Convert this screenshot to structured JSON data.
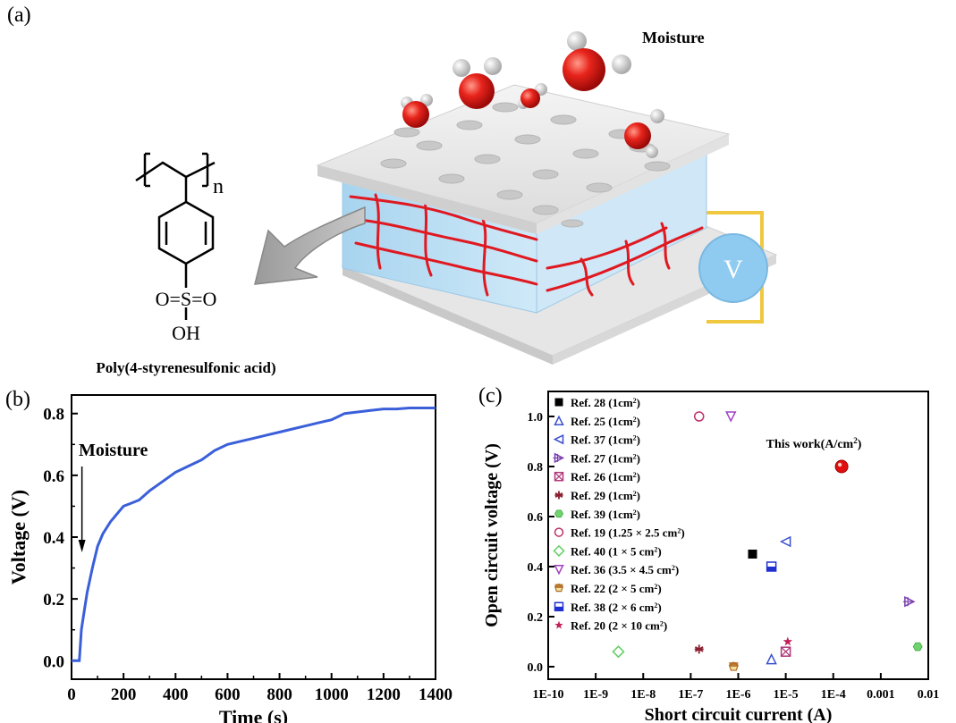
{
  "panel_a": {
    "label": "(a)",
    "moisture_label": "Moisture",
    "voltmeter_label": "V",
    "molecule": {
      "subscript": "n",
      "sulfonyl_text": "O=S=O",
      "hydroxyl_text": "OH",
      "name": "Poly(4-styrenesulfonic acid)"
    },
    "icons": [
      "water-molecule-icon",
      "perforated-plate-icon",
      "polymer-chain-icon",
      "voltmeter-icon",
      "arrow-icon"
    ],
    "colors": {
      "water_oxygen": "#e0161b",
      "polymer_layer": "#b8dcf2",
      "polymer_chain": "#e01820",
      "voltmeter": "#8fcaf0",
      "wire": "#f0c840"
    }
  },
  "chart_data": [
    {
      "panel": "(b)",
      "type": "line",
      "title": "",
      "xlabel": "Time (s)",
      "ylabel": "Voltage (V)",
      "xlim": [
        0,
        1400
      ],
      "ylim": [
        -0.06,
        0.86
      ],
      "xticks": [
        "0",
        "200",
        "400",
        "600",
        "800",
        "1000",
        "1200",
        "1400"
      ],
      "yticks": [
        "0.0",
        "0.2",
        "0.4",
        "0.6",
        "0.8"
      ],
      "annotation": "Moisture",
      "line_color": "#3a5fd9",
      "series": [
        {
          "x": [
            0,
            30,
            38,
            45,
            60,
            80,
            100,
            120,
            150,
            180,
            200,
            230,
            260,
            300,
            350,
            400,
            450,
            500,
            550,
            600,
            650,
            700,
            750,
            800,
            850,
            900,
            950,
            1000,
            1050,
            1100,
            1150,
            1200,
            1250,
            1300,
            1350,
            1400
          ],
          "y": [
            0.0,
            0.0,
            0.1,
            0.14,
            0.22,
            0.3,
            0.37,
            0.41,
            0.45,
            0.48,
            0.5,
            0.51,
            0.52,
            0.55,
            0.58,
            0.61,
            0.63,
            0.65,
            0.68,
            0.7,
            0.71,
            0.72,
            0.73,
            0.74,
            0.75,
            0.76,
            0.77,
            0.78,
            0.8,
            0.805,
            0.81,
            0.815,
            0.815,
            0.818,
            0.818,
            0.818
          ]
        }
      ]
    },
    {
      "panel": "(c)",
      "type": "scatter",
      "title": "",
      "xlabel": "Short circuit current (A)",
      "ylabel": "Open circuit voltage (V)",
      "xscale": "log",
      "xlim": [
        1e-10,
        0.01
      ],
      "ylim": [
        -0.05,
        1.1
      ],
      "xticks": [
        "1E-10",
        "1E-9",
        "1E-8",
        "1E-7",
        "1E-6",
        "1E-5",
        "1E-4",
        "0.001",
        "0.01"
      ],
      "yticks": [
        "0.0",
        "0.2",
        "0.4",
        "0.6",
        "0.8",
        "1.0"
      ],
      "annotation": "This work(A/cm",
      "annotation_sup": "2",
      "annotation_tail": ")",
      "series": [
        {
          "name": "Ref. 28 (1cm",
          "sup": "2",
          "tail": ")",
          "marker": "square-filled",
          "color": "#000000",
          "points": [
            [
              2e-06,
              0.45
            ]
          ]
        },
        {
          "name": "Ref. 25 (1cm",
          "sup": "2",
          "tail": ")",
          "marker": "triangle-up",
          "color": "#3a4fcf",
          "points": [
            [
              5e-06,
              0.03
            ]
          ]
        },
        {
          "name": "Ref. 37 (1cm",
          "sup": "2",
          "tail": ")",
          "marker": "triangle-left",
          "color": "#3a4fcf",
          "points": [
            [
              1e-05,
              0.5
            ]
          ]
        },
        {
          "name": "Ref. 27 (1cm",
          "sup": "2",
          "tail": ")",
          "marker": "triangle-right-plus",
          "color": "#7a3fb0",
          "points": [
            [
              0.004,
              0.26
            ]
          ]
        },
        {
          "name": "Ref. 26 (1cm",
          "sup": "2",
          "tail": ")",
          "marker": "square-x",
          "color": "#b0387a",
          "points": [
            [
              1e-05,
              0.06
            ]
          ]
        },
        {
          "name": "Ref. 29 (1cm",
          "sup": "2",
          "tail": ")",
          "marker": "asterisk",
          "color": "#8a1f2e",
          "points": [
            [
              1.5e-07,
              0.07
            ]
          ]
        },
        {
          "name": "Ref. 39 (1cm",
          "sup": "2",
          "tail": ")",
          "marker": "hexagon-filled",
          "color": "#6fd46f",
          "points": [
            [
              0.006,
              0.08
            ]
          ]
        },
        {
          "name": "Ref. 19 (1.25 × 2.5 cm",
          "sup": "2",
          "tail": ")",
          "marker": "circle-open",
          "color": "#c0306a",
          "points": [
            [
              1.5e-07,
              1.0
            ]
          ]
        },
        {
          "name": "Ref. 40 (1 × 5 cm",
          "sup": "2",
          "tail": ")",
          "marker": "diamond-open",
          "color": "#5fcf5f",
          "points": [
            [
              3e-09,
              0.06
            ]
          ]
        },
        {
          "name": "Ref. 36 (3.5 × 4.5 cm",
          "sup": "2",
          "tail": ")",
          "marker": "triangle-down",
          "color": "#a040c0",
          "points": [
            [
              7e-07,
              1.0
            ]
          ]
        },
        {
          "name": "Ref. 22 (2 × 5 cm",
          "sup": "2",
          "tail": ")",
          "marker": "pentagon-half",
          "color": "#b06a20",
          "points": [
            [
              8e-07,
              0.0
            ]
          ]
        },
        {
          "name": "Ref. 38 (2 × 6 cm",
          "sup": "2",
          "tail": ")",
          "marker": "square-half",
          "color": "#2030d0",
          "points": [
            [
              5e-06,
              0.4
            ]
          ]
        },
        {
          "name": "Ref. 20 (2 × 10 cm",
          "sup": "2",
          "tail": ")",
          "marker": "star",
          "color": "#c0205a",
          "points": [
            [
              1.1e-05,
              0.1
            ]
          ]
        },
        {
          "name": "This work",
          "marker": "sphere",
          "color": "#e01010",
          "points": [
            [
              0.00015,
              0.8
            ]
          ],
          "legend": false
        }
      ]
    }
  ]
}
